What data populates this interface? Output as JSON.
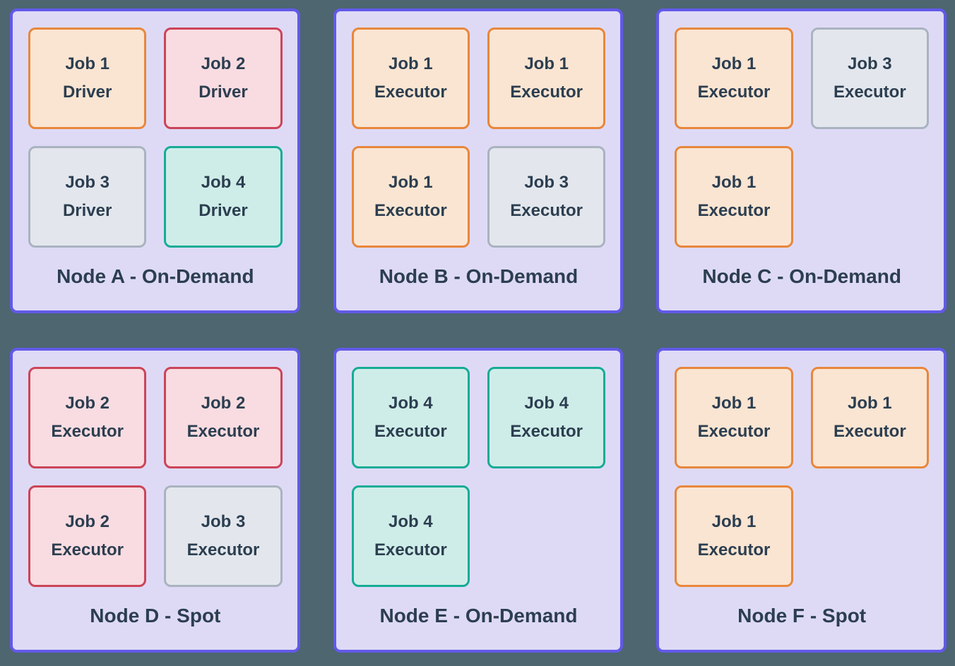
{
  "page": {
    "background": "#4D6670",
    "text_color": "#2C3E50"
  },
  "node_style": {
    "border": "#6259E8",
    "fill": "#DEDAF6"
  },
  "job_styles": {
    "job1": {
      "border": "#E8873C",
      "fill": "#FAE5D2"
    },
    "job2": {
      "border": "#CC4458",
      "fill": "#F8DCE1"
    },
    "job3": {
      "border": "#AAB3C0",
      "fill": "#E3E7ED"
    },
    "job4": {
      "border": "#16AC96",
      "fill": "#CFEDE8"
    }
  },
  "nodes": [
    {
      "label": "Node A - On-Demand",
      "jobs": [
        {
          "line1": "Job 1",
          "line2": "Driver",
          "style": "job1"
        },
        {
          "line1": "Job 2",
          "line2": "Driver",
          "style": "job2"
        },
        {
          "line1": "Job 3",
          "line2": "Driver",
          "style": "job3"
        },
        {
          "line1": "Job 4",
          "line2": "Driver",
          "style": "job4"
        }
      ]
    },
    {
      "label": "Node B - On-Demand",
      "jobs": [
        {
          "line1": "Job 1",
          "line2": "Executor",
          "style": "job1"
        },
        {
          "line1": "Job 1",
          "line2": "Executor",
          "style": "job1"
        },
        {
          "line1": "Job 1",
          "line2": "Executor",
          "style": "job1"
        },
        {
          "line1": "Job 3",
          "line2": "Executor",
          "style": "job3"
        }
      ]
    },
    {
      "label": "Node C - On-Demand",
      "jobs": [
        {
          "line1": "Job 1",
          "line2": "Executor",
          "style": "job1"
        },
        {
          "line1": "Job 3",
          "line2": "Executor",
          "style": "job3"
        },
        {
          "line1": "Job 1",
          "line2": "Executor",
          "style": "job1"
        }
      ]
    },
    {
      "label": "Node D - Spot",
      "jobs": [
        {
          "line1": "Job 2",
          "line2": "Executor",
          "style": "job2"
        },
        {
          "line1": "Job 2",
          "line2": "Executor",
          "style": "job2"
        },
        {
          "line1": "Job 2",
          "line2": "Executor",
          "style": "job2"
        },
        {
          "line1": "Job 3",
          "line2": "Executor",
          "style": "job3"
        }
      ]
    },
    {
      "label": "Node E - On-Demand",
      "jobs": [
        {
          "line1": "Job 4",
          "line2": "Executor",
          "style": "job4"
        },
        {
          "line1": "Job 4",
          "line2": "Executor",
          "style": "job4"
        },
        {
          "line1": "Job 4",
          "line2": "Executor",
          "style": "job4"
        }
      ]
    },
    {
      "label": "Node F - Spot",
      "jobs": [
        {
          "line1": "Job 1",
          "line2": "Executor",
          "style": "job1"
        },
        {
          "line1": "Job 1",
          "line2": "Executor",
          "style": "job1"
        },
        {
          "line1": "Job 1",
          "line2": "Executor",
          "style": "job1"
        }
      ]
    }
  ]
}
